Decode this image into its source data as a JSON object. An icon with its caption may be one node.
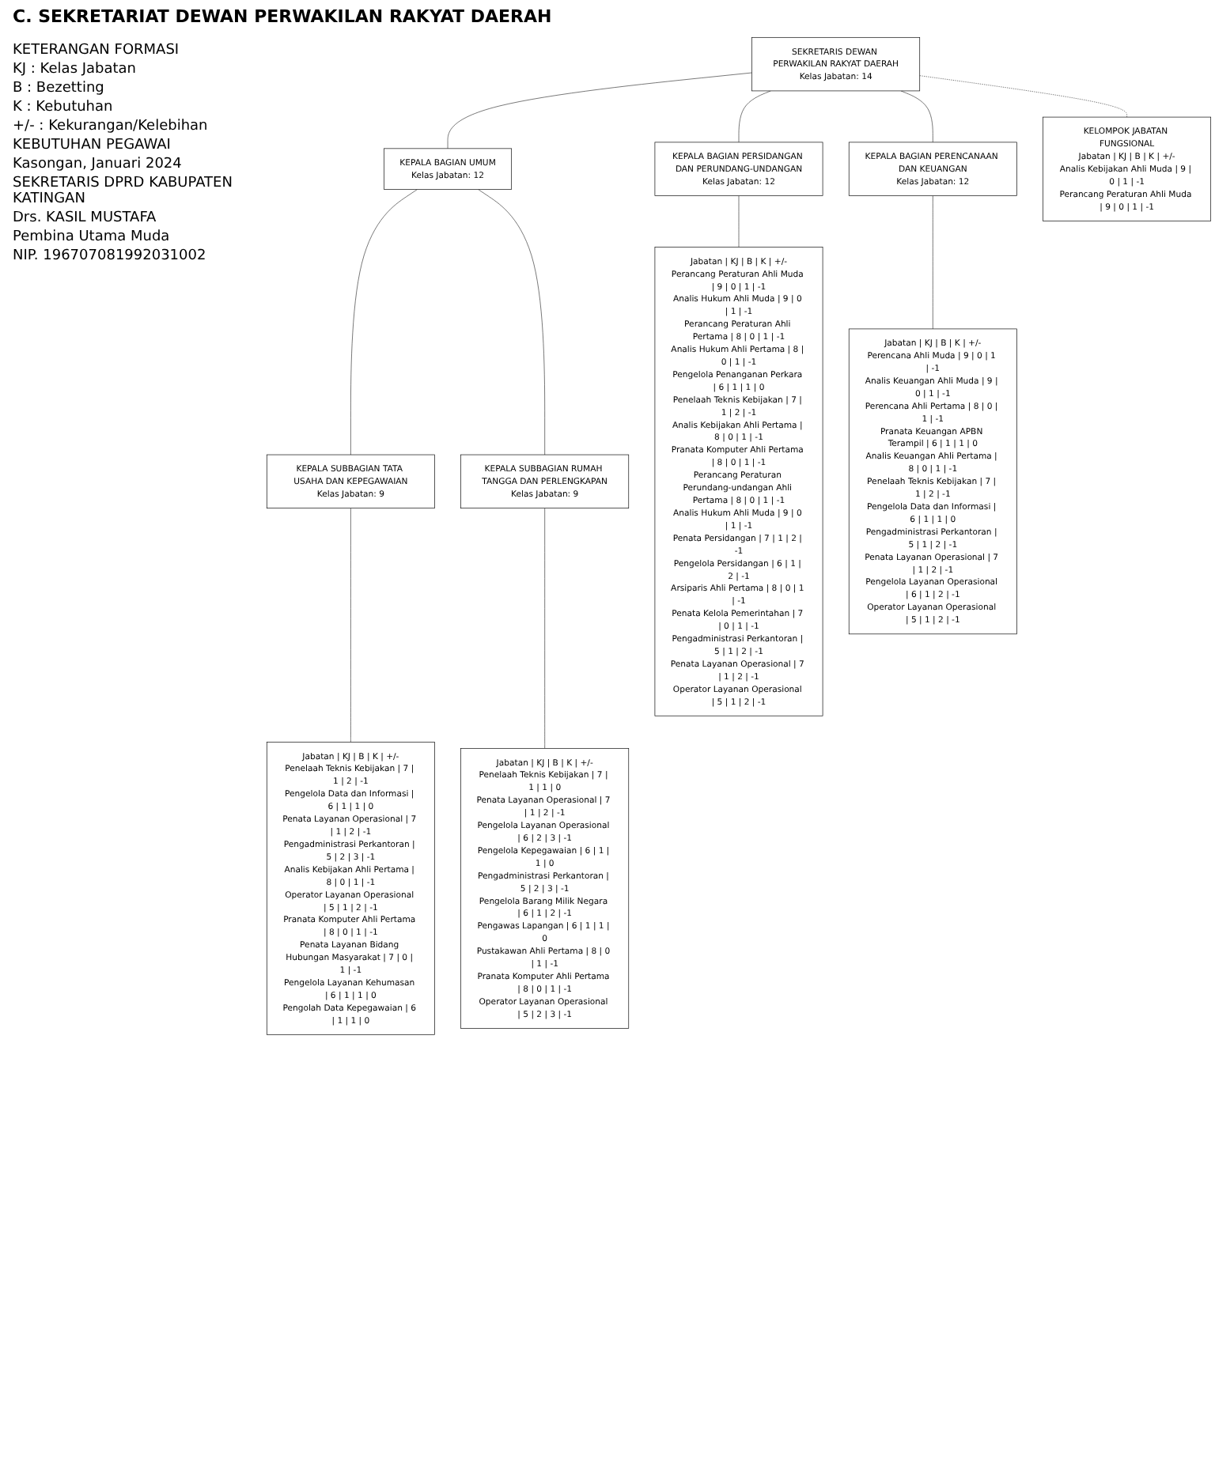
{
  "diagram": {
    "title": "C. SEKRETARIAT DEWAN PERWAKILAN RAKYAT DAERAH",
    "nodes": [
      {
        "text": [
          "SEKRETARIS DEWAN PERWAKILAN RAKYAT DAERAH",
          "Kelas Jabatan: 14"
        ]
      },
      {
        "text": [
          "KEPALA BAGIAN UMUM",
          "Kelas Jabatan: 12"
        ]
      },
      {
        "text": [
          "KEPALA BAGIAN PERSIDANGAN DAN PERUNDANG-UNDANGAN",
          "Kelas Jabatan: 12"
        ]
      },
      {
        "text": [
          "KEPALA BAGIAN PERENCANAAN DAN KEUANGAN",
          "Kelas Jabatan: 12"
        ]
      },
      {
        "text": [
          "KELOMPOK JABATAN FUNGSIONAL",
          "Jabatan | KJ | B | K | +/-",
          "Analis Kebijakan Ahli Muda | 9 | 0 | 1 | -1",
          "Perancang Peraturan Ahli Muda | 9 | 0 | 1 | -1"
        ]
      },
      {
        "text": [
          "KEPALA SUBBAGIAN TATA USAHA DAN KEPEGAWAIAN",
          "Kelas Jabatan: 9"
        ]
      },
      {
        "text": [
          "Jabatan | KJ | B | K | +/-",
          "Penelaah Teknis Kebijakan | 7 | 1 | 2 | -1",
          "Pengelola Data dan Informasi | 6 | 1 | 1 | 0",
          "Penata Layanan Operasional | 7 | 1 | 2 | -1",
          "Pengadministrasi Perkantoran | 5 | 2 | 3 | -1",
          "Analis Kebijakan Ahli Pertama | 8 | 0 | 1 | -1",
          "Operator Layanan Operasional | 5 | 1 | 2 | -1",
          "Pranata Komputer Ahli Pertama | 8 | 0 | 1 | -1",
          "Penata Layanan Bidang Hubungan Masyarakat | 7 | 0 | 1 | -1",
          "Pengelola Layanan Kehumasan | 6 | 1 | 1 | 0",
          "Pengolah Data Kepegawaian | 6 | 1 | 1 | 0"
        ]
      },
      {
        "text": [
          "KEPALA SUBBAGIAN RUMAH TANGGA DAN PERLENGKAPAN",
          "Kelas Jabatan: 9"
        ]
      },
      {
        "text": [
          "Jabatan | KJ | B | K | +/-",
          "Penelaah Teknis Kebijakan | 7 | 1 | 1 | 0",
          "Penata Layanan Operasional | 7 | 1 | 2 | -1",
          "Pengelola Layanan Operasional | 6 | 2 | 3 | -1",
          "Pengelola Kepegawaian | 6 | 1 | 1 | 0",
          "Pengadministrasi Perkantoran | 5 | 2 | 3 | -1",
          "Pengelola Barang Milik Negara | 6 | 1 | 2 | -1",
          "Pengawas Lapangan | 6 | 1 | 1 | 0",
          "Pustakawan Ahli Pertama | 8 | 0 | 1 | -1",
          "Pranata Komputer Ahli Pertama | 8 | 0 | 1 | -1",
          "Operator Layanan Operasional | 5 | 2 | 3 | -1"
        ]
      },
      {
        "text": [
          "Jabatan | KJ | B | K | +/-",
          "Perancang Peraturan Ahli Muda | 9 | 0 | 1 | -1",
          "Analis Hukum Ahli Muda | 9 | 0 | 1 | -1",
          "Perancang Peraturan Ahli Pertama | 8 | 0 | 1 | -1",
          "Analis Hukum Ahli Pertama | 8 | 0 | 1 | -1",
          "Pengelola Penanganan Perkara | 6 | 1 | 1 | 0",
          "Penelaah Teknis Kebijakan | 7 | 1 | 2 | -1",
          "Analis Kebijakan Ahli Pertama | 8 | 0 | 1 | -1",
          "Pranata Komputer Ahli Pertama | 8 | 0 | 1 | -1",
          "Perancang Peraturan Perundang-undangan Ahli Pertama | 8 | 0 | 1 | -1",
          "Analis Hukum Ahli Muda | 9 | 0 | 1 | -1",
          "Penata Persidangan | 7 | 1 | 2 | -1",
          "Pengelola Persidangan | 6 | 1 | 2 | -1",
          "Arsiparis Ahli Pertama | 8 | 0 | 1 | -1",
          "Penata Kelola Pemerintahan | 7 | 0 | 1 | -1",
          "Pengadministrasi Perkantoran | 5 | 1 | 2 | -1",
          "Penata Layanan Operasional | 7 | 1 | 2 | -1",
          "Operator Layanan Operasional | 5 | 1 | 2 | -1"
        ]
      },
      {
        "text": [
          "Jabatan | KJ | B | K | +/-",
          "Perencana Ahli Muda | 9 | 0 | 1 | -1",
          "Analis Keuangan Ahli Muda | 9 | 0 | 1 | -1",
          "Perencana Ahli Pertama | 8 | 0 | 1 | -1",
          "Pranata Keuangan APBN Terampil | 6 | 1 | 1 | 0",
          "Analis Keuangan Ahli Pertama | 8 | 0 | 1 | -1",
          "Penelaah Teknis Kebijakan | 7 | 1 | 2 | -1",
          "Pengelola Data dan Informasi | 6 | 1 | 1 | 0",
          "Pengadministrasi Perkantoran | 5 | 1 | 2 | -1",
          "Penata Layanan Operasional | 7 | 1 | 2 | -1",
          "Pengelola Layanan Operasional | 6 | 1 | 2 | -1",
          "Operator Layanan Operasional | 5 | 1 | 2 | -1"
        ]
      }
    ],
    "edges": [
      {
        "from": 0,
        "to": 1,
        "arrow": "none"
      },
      {
        "from": 0,
        "to": 2,
        "arrow": "none"
      },
      {
        "from": 0,
        "to": 3,
        "arrow": "none"
      },
      {
        "from": 0,
        "to": 4,
        "arrow": "none",
        "style": "dashed"
      },
      {
        "from": 1,
        "to": 5,
        "arrow": "none"
      },
      {
        "from": 5,
        "to": 6,
        "arrow": "none"
      },
      {
        "from": 1,
        "to": 7,
        "arrow": "none"
      },
      {
        "from": 7,
        "to": 8,
        "arrow": "none"
      },
      {
        "from": 2,
        "to": 9,
        "arrow": "none"
      },
      {
        "from": 3,
        "to": 10,
        "arrow": "none"
      }
    ],
    "labels": [
      "KETERANGAN FORMASI",
      "KJ : Kelas Jabatan",
      "B : Bezetting",
      "K : Kebutuhan",
      "+/- : Kekurangan/Kelebihan",
      "KEBUTUHAN PEGAWAI",
      "Kasongan,     Januari 2024",
      "SEKRETARIS DPRD KABUPATEN KATINGAN",
      "Drs. KASIL MUSTAFA",
      "Pembina Utama Muda",
      "NIP. 196707081992031002"
    ]
  }
}
